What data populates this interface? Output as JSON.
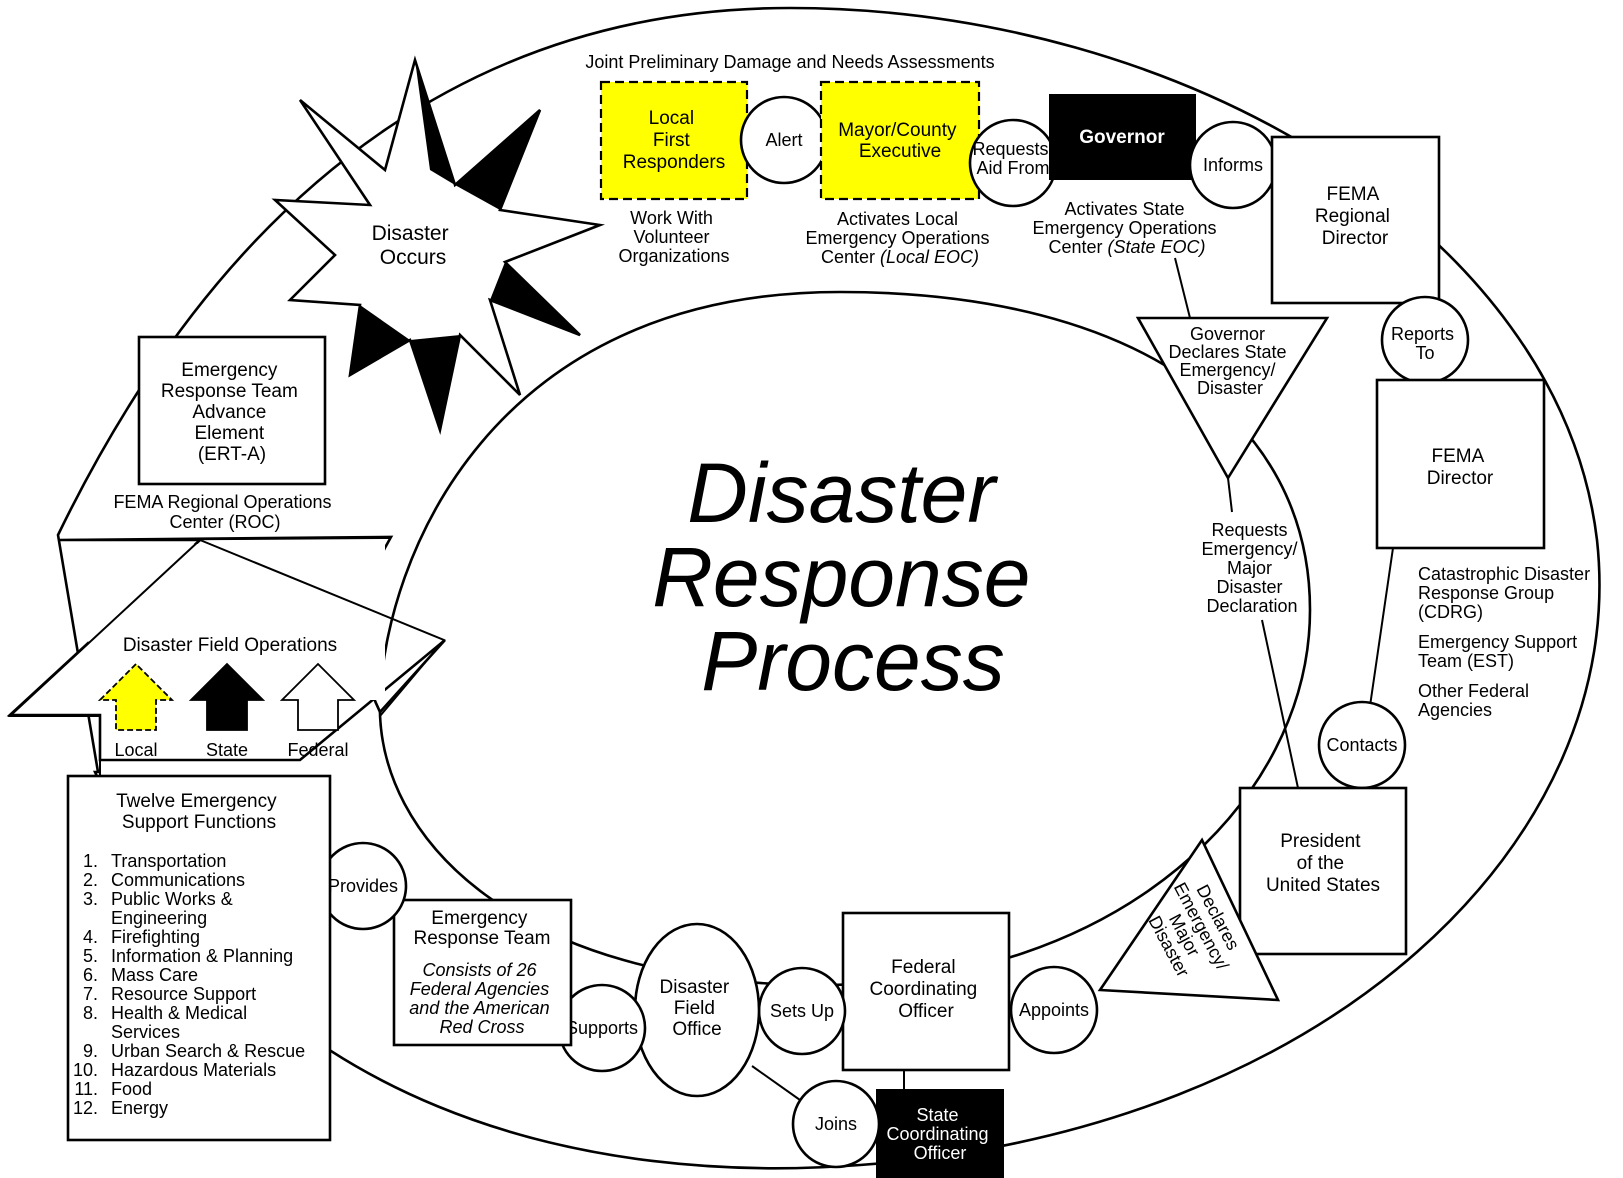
{
  "title": [
    "Disaster",
    "Response",
    "Process"
  ],
  "nodes": {
    "disaster_occurs": [
      "Disaster",
      "Occurs"
    ],
    "joint_assessments": "Joint Preliminary Damage and Needs Assessments",
    "local_first_responders": [
      "Local",
      "First",
      "Responders"
    ],
    "work_with_volunteer": [
      "Work With",
      "Volunteer",
      "Organizations"
    ],
    "alert": "Alert",
    "mayor_county_exec": [
      "Mayor/County",
      "Executive"
    ],
    "activates_local_eoc": [
      "Activates Local",
      "Emergency Operations",
      "Center ",
      "(Local EOC)"
    ],
    "requests_aid_from": [
      "Requests",
      "Aid From"
    ],
    "governor": "Governor",
    "activates_state_eoc": [
      "Activates State",
      "Emergency Operations",
      "Center ",
      "(State EOC)"
    ],
    "informs": "Informs",
    "fema_regional_director": [
      "FEMA",
      "Regional",
      "Director"
    ],
    "reports_to": [
      "Reports",
      "To"
    ],
    "fema_director": [
      "FEMA",
      "Director"
    ],
    "governor_declares": [
      "Governor",
      "Declares State",
      "Emergency/",
      "Disaster"
    ],
    "requests_declaration": [
      "Requests",
      "Emergency/",
      "Major",
      "Disaster",
      "Declaration"
    ],
    "federal_groups": [
      [
        "Catastrophic Disaster",
        "Response Group",
        "(CDRG)"
      ],
      [
        "Emergency Support",
        "Team (EST)"
      ],
      [
        "Other Federal",
        "Agencies"
      ]
    ],
    "contacts": "Contacts",
    "president": [
      "President",
      "of the",
      "United States"
    ],
    "declares_emergency": [
      "Declares",
      "Emergency/",
      "Major",
      "Disaster"
    ],
    "appoints": "Appoints",
    "fco": [
      "Federal",
      "Coordinating",
      "Officer"
    ],
    "sco": [
      "State",
      "Coordinating",
      "Officer"
    ],
    "joins": "Joins",
    "sets_up": "Sets Up",
    "dfo": [
      "Disaster",
      "Field",
      "Office"
    ],
    "supports": "Supports",
    "ert": [
      "Emergency",
      "Response Team"
    ],
    "ert_consists": [
      "Consists of 26",
      "Federal Agencies",
      "and the American",
      "Red Cross"
    ],
    "provides": "Provides",
    "esf_title": [
      "Twelve Emergency",
      "Support Functions"
    ],
    "esf_list": [
      [
        "1.",
        "Transportation"
      ],
      [
        "2.",
        "Communications"
      ],
      [
        "3.",
        "Public Works &"
      ],
      [
        "",
        "Engineering"
      ],
      [
        "4.",
        "Firefighting"
      ],
      [
        "5.",
        "Information & Planning"
      ],
      [
        "6.",
        "Mass Care"
      ],
      [
        "7.",
        "Resource Support"
      ],
      [
        "8.",
        "Health & Medical"
      ],
      [
        "",
        "Services"
      ],
      [
        "9.",
        "Urban Search & Rescue"
      ],
      [
        "10.",
        "Hazardous Materials"
      ],
      [
        "11.",
        "Food"
      ],
      [
        "12.",
        "Energy"
      ]
    ],
    "field_ops_title": "Disaster Field Operations",
    "legend": [
      "Local",
      "State",
      "Federal"
    ],
    "ert_a": [
      "Emergency",
      "Response Team",
      "Advance",
      "Element",
      "(ERT-A)"
    ],
    "fema_roc": [
      "FEMA Regional Operations",
      "Center (ROC)"
    ]
  },
  "colors": {
    "local": "#ffff00",
    "state": "#000000",
    "federal": "#ffffff"
  }
}
